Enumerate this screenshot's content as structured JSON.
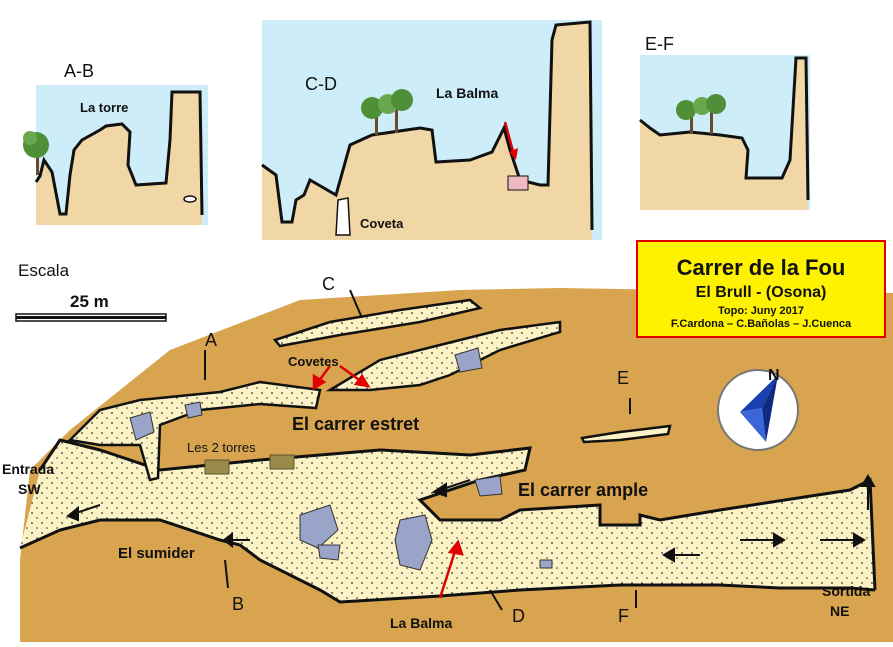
{
  "title_box": {
    "title": "Carrer de la Fou",
    "location": "El Brull - (Osona)",
    "topo": "Topo: Juny 2017",
    "authors": "F.Cardona – C.Bañolas – J.Cuenca"
  },
  "profiles": {
    "ab": {
      "label": "A-B",
      "feature": "La torre"
    },
    "cd": {
      "label": "C-D",
      "feature": "La Balma",
      "cave": "Coveta"
    },
    "ef": {
      "label": "E-F"
    }
  },
  "scale": {
    "label": "Escala",
    "value": "25 m"
  },
  "plan": {
    "section_letters": {
      "a": "A",
      "b": "B",
      "c": "C",
      "d": "D",
      "e": "E",
      "f": "F"
    },
    "entrance": {
      "line1": "Entrada",
      "line2": "SW"
    },
    "exit": {
      "line1": "Sortida",
      "line2": "NE"
    },
    "coves": "Covetes",
    "narrow_street": "El carrer estret",
    "wide_street": "El carrer ample",
    "towers": "Les 2 torres",
    "sinkhole": "El sumider",
    "shelter": "La Balma"
  },
  "compass": {
    "north": "N"
  },
  "colors": {
    "sky": "#cdeef8",
    "rock": "#f2d7a6",
    "terrain": "#d8a44f",
    "floor": "#fbf3c6",
    "boulder": "#9aa3c8",
    "frame": "#e00000",
    "title_bg": "#fff200",
    "compass_blue": "#1a3fb0"
  }
}
